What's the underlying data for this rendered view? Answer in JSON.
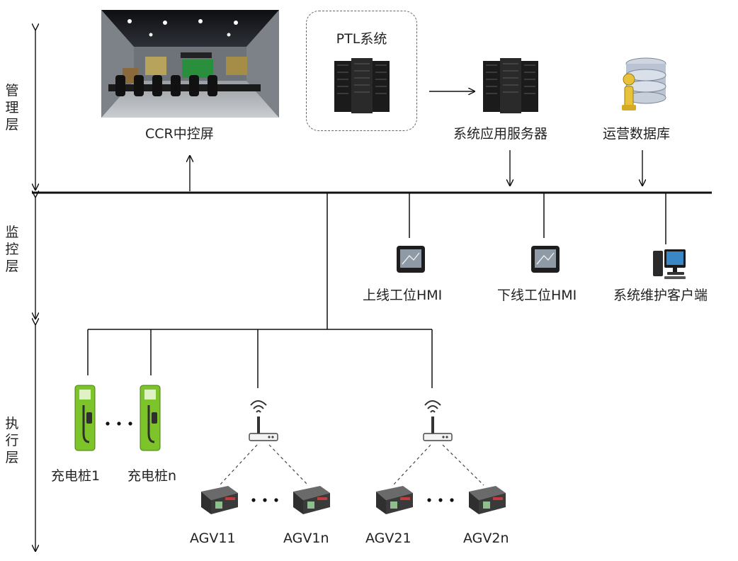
{
  "layers": [
    {
      "key": "mgmt",
      "label": "管理层"
    },
    {
      "key": "monitor",
      "label": "监控层"
    },
    {
      "key": "exec",
      "label": "执行层"
    }
  ],
  "management": {
    "ccr_label": "CCR中控屏",
    "ptl_title": "PTL系统",
    "app_server_label": "系统应用服务器",
    "database_label": "运营数据库"
  },
  "monitor": {
    "hmi_online_label": "上线工位HMI",
    "hmi_offline_label": "下线工位HMI",
    "maintenance_client_label": "系统维护客户端"
  },
  "execution": {
    "charger_1_label": "充电桩1",
    "charger_n_label": "充电桩n",
    "agv_11_label": "AGV11",
    "agv_1n_label": "AGV1n",
    "agv_21_label": "AGV21",
    "agv_2n_label": "AGV2n"
  },
  "colors": {
    "line": "#111111",
    "charger_green": "#7dc42b",
    "agv_body": "#3a3a3a",
    "server_dark": "#1b1b1b"
  }
}
